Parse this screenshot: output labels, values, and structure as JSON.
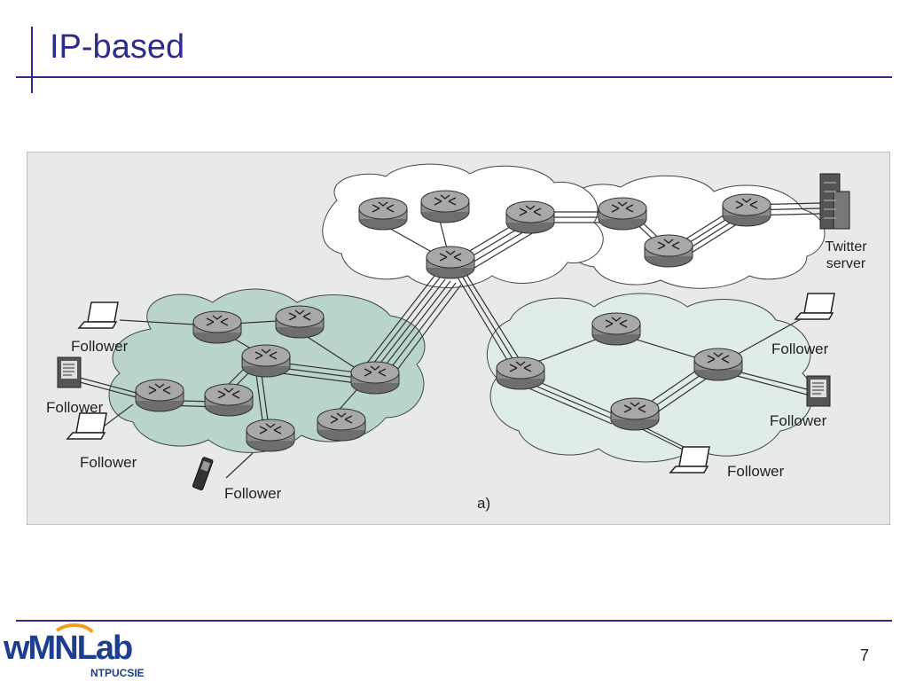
{
  "slide": {
    "title": "IP-based",
    "page_number": "7"
  },
  "diagram": {
    "server_label_line1": "Twitter",
    "server_label_line2": "server",
    "follower_label": "Follower",
    "caption": "a)"
  },
  "logo": {
    "main_text": "wMNLab",
    "sub_text": "NTPUCSIE"
  },
  "colors": {
    "accent": "#2b2d88",
    "figure_bg": "#e8eaea",
    "cloud_left": "#b8d4cd",
    "cloud_right": "#dfecea",
    "cloud_top": "#ffffff",
    "router": "#8c8c8c"
  }
}
